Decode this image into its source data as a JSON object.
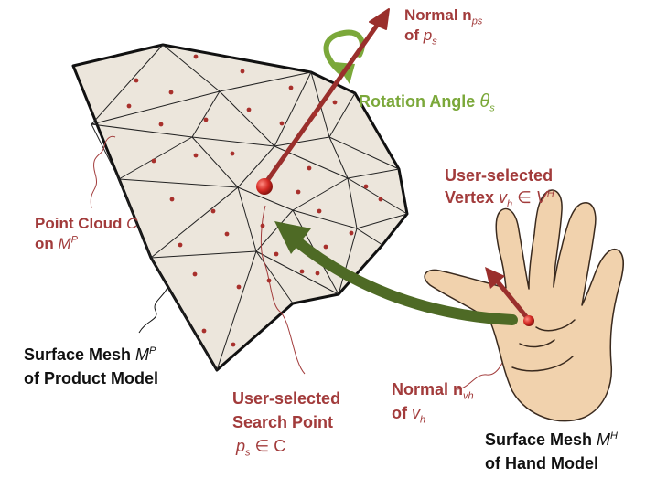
{
  "colors": {
    "label_red": "#a23b3b",
    "label_black": "#111111",
    "label_green": "#7ba83a",
    "mesh_fill": "#ece6dc",
    "normal_arrow": "#9a2f2c",
    "selection_arrow": "#4e6a25",
    "point_dot": "#a8302c",
    "hand_fill": "#f1d2ad"
  },
  "labels": {
    "normal_ps": {
      "line1": "Normal n",
      "line1_sub": "ps",
      "line2": "of ",
      "line2_var": "p",
      "line2_sub": "s"
    },
    "rotation": {
      "text": "Rotation Angle ",
      "symbol": "θ",
      "sub": "s"
    },
    "user_vertex": {
      "line1": "User-selected",
      "line2": "Vertex ",
      "var": "v",
      "sub": "h",
      "elem": " ∈ ",
      "set": "V",
      "sup": "H"
    },
    "point_cloud": {
      "line1": "Point Cloud ",
      "line1_var": "C",
      "line2": "on ",
      "line2_var": "M",
      "line2_sup": "P"
    },
    "surface_product": {
      "line1": "Surface Mesh ",
      "line1_var": "M",
      "line1_sup": "P",
      "line2": "of Product Model"
    },
    "normal_vh": {
      "line1": "Normal n",
      "line1_sub": "vh",
      "line2": "of ",
      "line2_var": "v",
      "line2_sub": "h"
    },
    "search_point": {
      "line1": "User-selected",
      "line2": "Search Point",
      "line3_var": "p",
      "line3_sub": "s",
      "line3_rest": " ∈ C"
    },
    "surface_hand": {
      "line1": "Surface Mesh ",
      "line1_var": "M",
      "line1_sup": "H",
      "line2": "of Hand Model"
    }
  }
}
